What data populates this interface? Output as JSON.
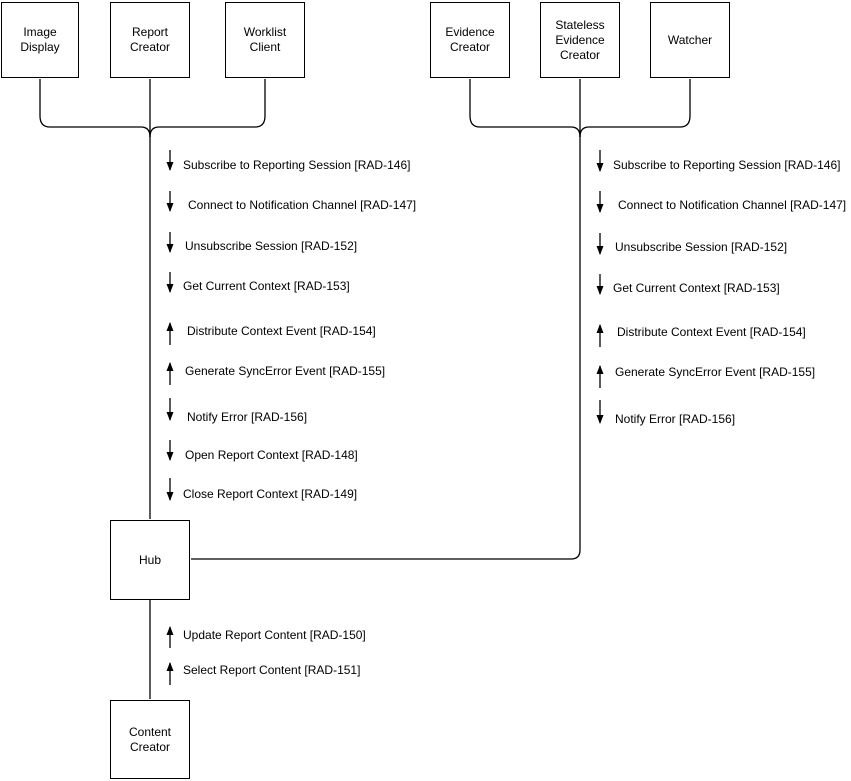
{
  "nodes": {
    "image_display": {
      "label": "Image Display"
    },
    "report_creator": {
      "label": "Report Creator"
    },
    "worklist_client": {
      "label": "Worklist Client"
    },
    "evidence_creator": {
      "label": "Evidence Creator"
    },
    "stateless_evidence_creator": {
      "label": "Stateless Evidence Creator"
    },
    "watcher": {
      "label": "Watcher"
    },
    "hub": {
      "label": "Hub"
    },
    "content_creator": {
      "label": "Content Creator"
    }
  },
  "flows": {
    "left": [
      {
        "label": "Subscribe to Reporting Session [RAD-146]",
        "direction": "down"
      },
      {
        "label": "Connect to Notification Channel [RAD-147]",
        "direction": "down"
      },
      {
        "label": "Unsubscribe Session [RAD-152]",
        "direction": "down"
      },
      {
        "label": "Get Current Context [RAD-153]",
        "direction": "down"
      },
      {
        "label": "Distribute Context Event [RAD-154]",
        "direction": "up"
      },
      {
        "label": "Generate SyncError Event [RAD-155]",
        "direction": "up"
      },
      {
        "label": "Notify Error [RAD-156]",
        "direction": "down"
      },
      {
        "label": "Open Report Context [RAD-148]",
        "direction": "down"
      },
      {
        "label": "Close Report Context [RAD-149]",
        "direction": "down"
      }
    ],
    "right": [
      {
        "label": "Subscribe to Reporting Session [RAD-146]",
        "direction": "down"
      },
      {
        "label": "Connect to Notification Channel [RAD-147]",
        "direction": "down"
      },
      {
        "label": "Unsubscribe Session [RAD-152]",
        "direction": "down"
      },
      {
        "label": "Get Current Context [RAD-153]",
        "direction": "down"
      },
      {
        "label": "Distribute Context Event [RAD-154]",
        "direction": "up"
      },
      {
        "label": "Generate SyncError Event [RAD-155]",
        "direction": "up"
      },
      {
        "label": "Notify Error [RAD-156]",
        "direction": "down"
      }
    ],
    "hub_to_content": [
      {
        "label": "Update Report Content [RAD-150]",
        "direction": "up"
      },
      {
        "label": "Select Report Content [RAD-151]",
        "direction": "up"
      }
    ]
  },
  "colors": {
    "line": "#000000",
    "text": "#000000",
    "background": "#ffffff"
  }
}
